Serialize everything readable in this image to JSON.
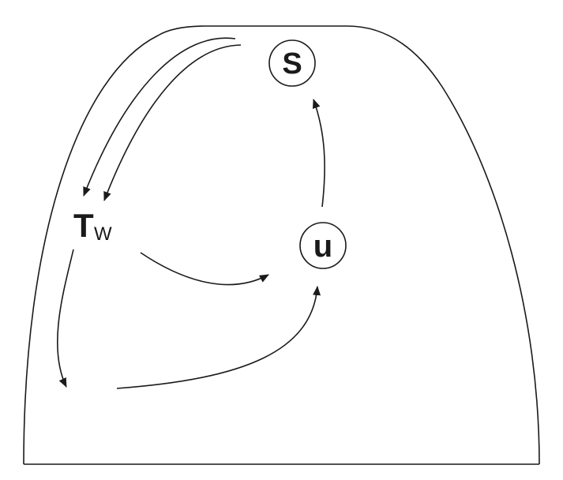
{
  "nodes": {
    "s": {
      "label": "S"
    },
    "u": {
      "label": "u"
    },
    "tw": {
      "label": "T",
      "subscript": "W"
    }
  },
  "colors": {
    "stroke": "#1a1a1a",
    "background": "#ffffff"
  }
}
